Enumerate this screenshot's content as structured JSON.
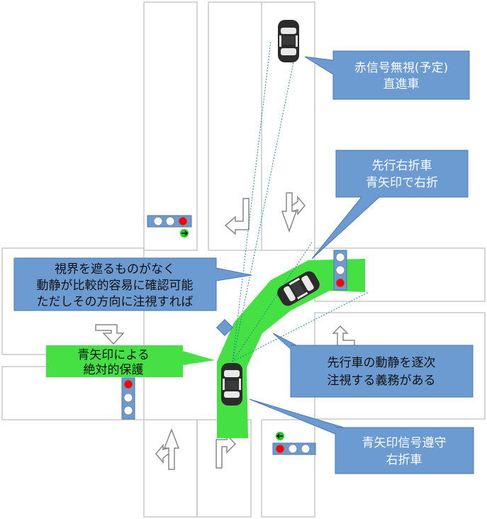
{
  "callouts": {
    "red_light_runner": {
      "line1": "赤信号無視(予定)",
      "line2": "直進車"
    },
    "lead_right_turn": {
      "line1": "先行右折車",
      "line2": "青矢印で右折"
    },
    "visibility": {
      "line1": "視界を遮るものがなく",
      "line2": "動静が比較的容易に確認可能",
      "line3": "ただしその方向に注視すれば"
    },
    "arrow_protection": {
      "line1": "青矢印による",
      "line2": "絶対的保護"
    },
    "lead_car_duty": {
      "line1": "先行車の動静を逐次",
      "line2": "注視する義務がある"
    },
    "obeying_car": {
      "line1": "青矢印信号遵守",
      "line2": "右折車"
    }
  },
  "colors": {
    "callout_blue": "#6b9bd1",
    "callout_border": "#4a78ad",
    "path_green": "#44e044",
    "road_line": "#c8c8c8",
    "signal_red": "#ff0000",
    "signal_green": "#22cc22"
  },
  "icons": {
    "arrow_sign": "right-arrow-icon"
  }
}
